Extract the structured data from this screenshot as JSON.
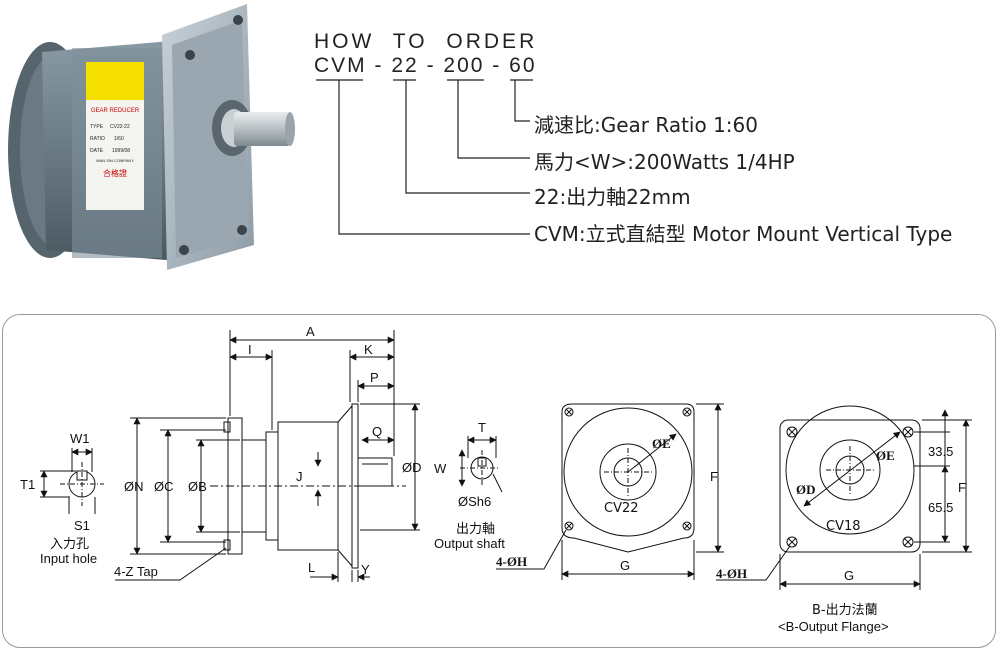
{
  "how_to_order": {
    "title": "HOW TO ORDER",
    "code": {
      "model": "CVM",
      "shaft": "22",
      "power": "200",
      "ratio": "60",
      "sep": "-"
    },
    "lines": {
      "ratio": "減速比:Gear Ratio 1:60",
      "power": "馬力<W>:200Watts  1/4HP",
      "shaft": "22:出力軸22mm",
      "model": "CVM:立式直結型 Motor Mount Vertical Type"
    }
  },
  "product_label": {
    "brand": "GEAR REDUCER",
    "type_key": "TYPE",
    "type_val": "CV22-22",
    "ratio_key": "RATIO",
    "ratio_val": "1/60",
    "date_key": "DATE",
    "date_val": "1999/08",
    "company": "WAN SIN COMPANY",
    "cert": "合格證"
  },
  "drawing": {
    "side": {
      "A": "A",
      "I": "I",
      "K": "K",
      "P": "P",
      "Q": "Q",
      "J": "J",
      "D": "ØD",
      "N": "ØN",
      "C": "ØC",
      "B": "ØB",
      "L": "L",
      "Y": "Y",
      "tap": "4-Z Tap"
    },
    "input_hole": {
      "W1": "W1",
      "T1": "T1",
      "S1": "S1",
      "cn": "入力孔",
      "en": "Input hole"
    },
    "output_shaft": {
      "T": "T",
      "W": "W",
      "tol": "ØSh6",
      "cn": "出力軸",
      "en": "Output shaft"
    },
    "cv22": {
      "name": "CV22",
      "E": "ØE",
      "F": "F",
      "G": "G",
      "H": "4-ØH"
    },
    "cv18": {
      "name": "CV18",
      "E": "ØE",
      "D": "ØD",
      "F": "F",
      "G": "G",
      "H": "4-ØH",
      "dim1": "33.5",
      "dim2": "65.5"
    },
    "flange": {
      "cn": "B-出力法蘭",
      "en": "<B-Output Flange>"
    }
  },
  "colors": {
    "motor_body": "#6f7f8a",
    "flange": "#aab6c0",
    "label_yellow": "#f5e000",
    "line": "#111111"
  }
}
